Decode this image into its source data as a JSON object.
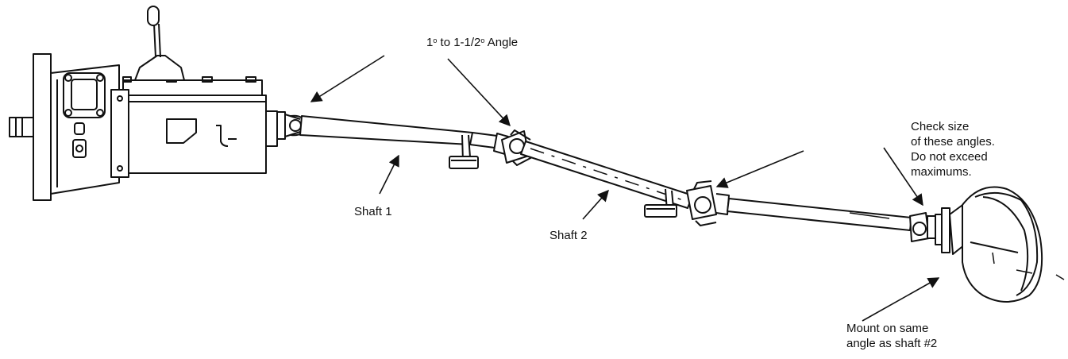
{
  "labels": {
    "angle": {
      "n1": "1",
      "deg": "o",
      "mid": " to 1-1/2",
      "deg2": "o",
      "tail": " Angle"
    },
    "check": [
      "Check size",
      "of these angles.",
      "Do not exceed",
      "maximums."
    ],
    "shaft1": "Shaft 1",
    "shaft2": "Shaft 2",
    "mount": [
      "Mount on same",
      "angle as shaft #2"
    ]
  },
  "colors": {
    "line": "#111111",
    "background": "#ffffff"
  }
}
